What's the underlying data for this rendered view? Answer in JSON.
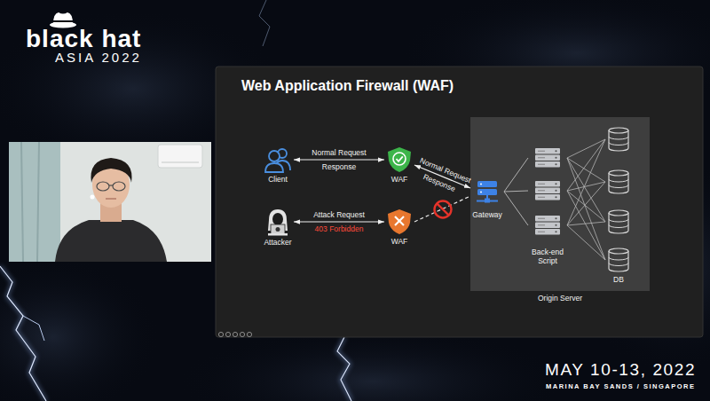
{
  "diagram": {
    "title": "Web Application Firewall (WAF)",
    "nodes": [
      {
        "text": [
          "Client"
        ]
      },
      {
        "text": [
          "WAF"
        ]
      },
      {
        "text": [
          "Attacker"
        ]
      },
      {
        "text": [
          "WAF"
        ]
      },
      {
        "text": [
          "Origin Server"
        ]
      },
      {
        "text": [
          "Gateway"
        ],
        "in": 4
      },
      {
        "text": [
          "Back-end Script"
        ],
        "in": 4
      },
      {
        "text": [
          "DB"
        ],
        "in": 4
      }
    ],
    "edges": [
      {
        "from": 0,
        "to": 1,
        "arrow": "both",
        "label": "Normal Request"
      },
      {
        "from": 2,
        "to": 3,
        "arrow": "both",
        "label": "Attack Request"
      },
      {
        "from": 1,
        "to": 5,
        "arrow": "both",
        "label": "Normal Request"
      },
      {
        "from": 3,
        "to": 5,
        "arrow": "none"
      },
      {
        "from": 5,
        "to": 6,
        "arrow": "none"
      },
      {
        "from": 6,
        "to": 7,
        "arrow": "none"
      }
    ],
    "labels": [
      "black hat",
      "ASIA 2022",
      "Response",
      "Response",
      "403 Forbidden",
      "MAY 10-13, 2022",
      "MARINA BAY SANDS / SINGAPORE"
    ]
  }
}
